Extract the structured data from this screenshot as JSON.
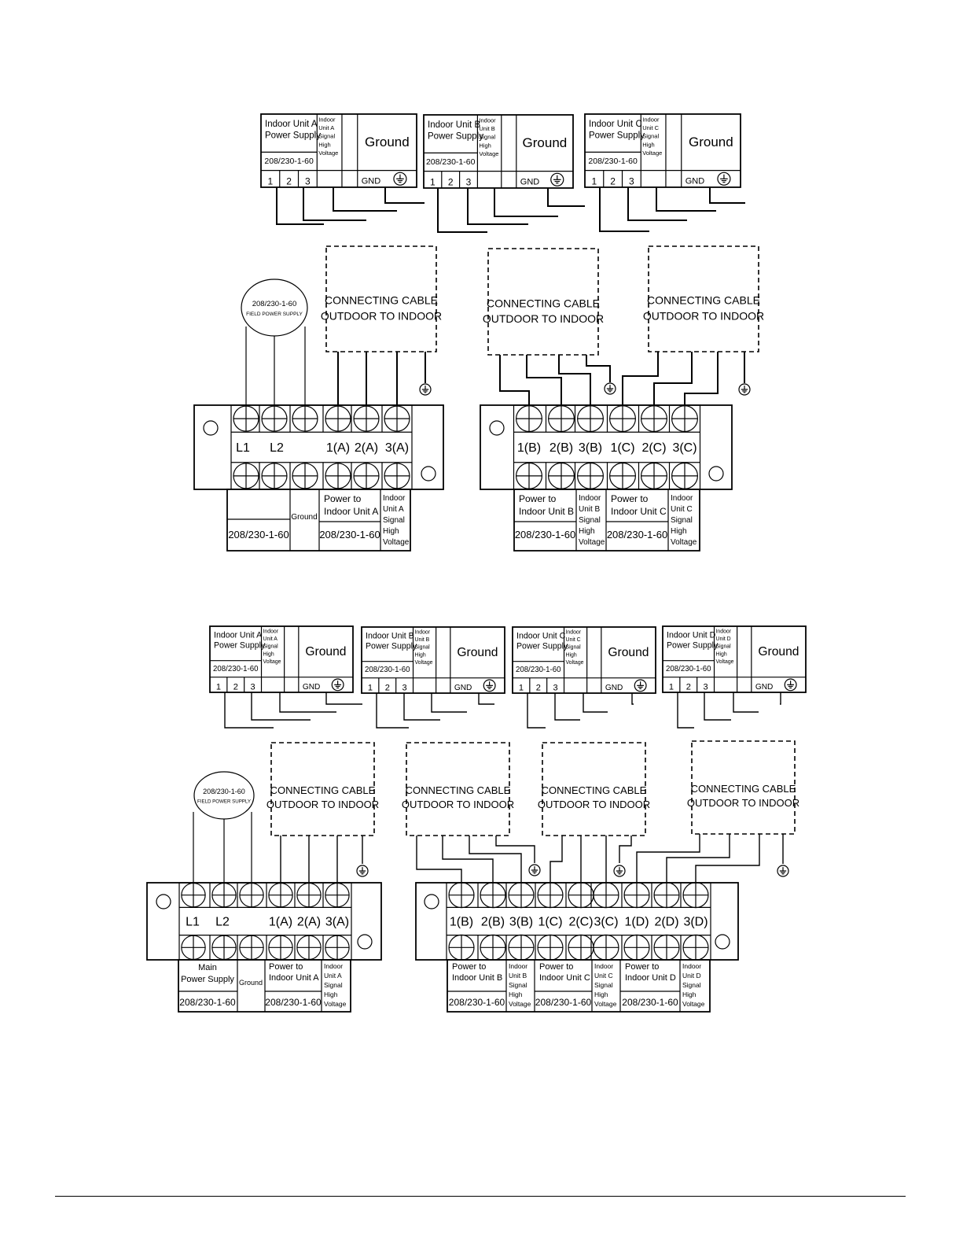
{
  "diagram1": {
    "units": [
      {
        "id": "A",
        "power_line1": "Indoor Unit A",
        "power_line2": "Power Supply",
        "signal": [
          "Indoor",
          "Unit A",
          "Signal",
          "High",
          "Voltage"
        ],
        "rating": "208/230-1-60",
        "ground": "Ground",
        "terminals": [
          "1",
          "2",
          "3"
        ],
        "gnd": "GND"
      },
      {
        "id": "B",
        "power_line1": "Indoor Unit B",
        "power_line2": "Power Supply",
        "signal": [
          "Indoor",
          "Unit B",
          "Signal",
          "High",
          "Voltage"
        ],
        "rating": "208/230-1-60",
        "ground": "Ground",
        "terminals": [
          "1",
          "2",
          "3"
        ],
        "gnd": "GND"
      },
      {
        "id": "C",
        "power_line1": "Indoor Unit C",
        "power_line2": "Power Supply",
        "signal": [
          "Indoor",
          "Unit C",
          "Signal",
          "High",
          "Voltage"
        ],
        "rating": "208/230-1-60",
        "ground": "Ground",
        "terminals": [
          "1",
          "2",
          "3"
        ],
        "gnd": "GND"
      }
    ],
    "cable_line1": "CONNECTING CABLE",
    "cable_line2": "OUTDOOR TO INDOOR",
    "field_supply_rating": "208/230-1-60",
    "field_supply_label": "FIELD POWER SUPPLY",
    "left_strip_labels": [
      "L1",
      "L2",
      "1(A)",
      "2(A)",
      "3(A)"
    ],
    "right_strip_labels": [
      "1(B)",
      "2(B)",
      "3(B)",
      "1(C)",
      "2(C)",
      "3(C)"
    ],
    "left_bottom": {
      "rating": "208/230-1-60",
      "ground": "Ground",
      "power_line1": "Power to",
      "power_line2": "Indoor Unit A",
      "power_rating": "208/230-1-60",
      "signal": [
        "Indoor",
        "Unit A",
        "Signal",
        "High",
        "Voltage"
      ]
    },
    "right_bottom": [
      {
        "power_line1": "Power to",
        "power_line2": "Indoor Unit B",
        "power_rating": "208/230-1-60",
        "signal": [
          "Indoor",
          "Unit B",
          "Signal",
          "High",
          "Voltage"
        ]
      },
      {
        "power_line1": "Power to",
        "power_line2": "Indoor Unit C",
        "power_rating": "208/230-1-60",
        "signal": [
          "Indoor",
          "Unit C",
          "Signal",
          "High",
          "Voltage"
        ]
      }
    ]
  },
  "diagram2": {
    "units": [
      {
        "id": "A",
        "power_line1": "Indoor Unit A",
        "power_line2": "Power Supply",
        "signal": [
          "Indoor",
          "Unit A",
          "Signal",
          "High",
          "Voltage"
        ],
        "rating": "208/230-1-60",
        "ground": "Ground",
        "terminals": [
          "1",
          "2",
          "3"
        ],
        "gnd": "GND"
      },
      {
        "id": "B",
        "power_line1": "Indoor Unit B",
        "power_line2": "Power Supply",
        "signal": [
          "Indoor",
          "Unit B",
          "Signal",
          "High",
          "Voltage"
        ],
        "rating": "208/230-1-60",
        "ground": "Ground",
        "terminals": [
          "1",
          "2",
          "3"
        ],
        "gnd": "GND"
      },
      {
        "id": "C",
        "power_line1": "Indoor Unit C",
        "power_line2": "Power Supply",
        "signal": [
          "Indoor",
          "Unit C",
          "Signal",
          "High",
          "Voltage"
        ],
        "rating": "208/230-1-60",
        "ground": "Ground",
        "terminals": [
          "1",
          "2",
          "3"
        ],
        "gnd": "GND"
      },
      {
        "id": "D",
        "power_line1": "Indoor Unit D",
        "power_line2": "Power Supply",
        "signal": [
          "Indoor",
          "Unit D",
          "Signal",
          "High",
          "Voltage"
        ],
        "rating": "208/230-1-60",
        "ground": "Ground",
        "terminals": [
          "1",
          "2",
          "3"
        ],
        "gnd": "GND"
      }
    ],
    "cable_line1": "CONNECTING CABLE",
    "cable_line2": "OUTDOOR TO INDOOR",
    "field_supply_rating": "208/230-1-60",
    "field_supply_label": "FIELD POWER SUPPLY",
    "left_strip_labels": [
      "L1",
      "L2",
      "1(A)",
      "2(A)",
      "3(A)"
    ],
    "right_strip_labels": [
      "1(B)",
      "2(B)",
      "3(B)",
      "1(C)",
      "2(C)",
      "3(C)",
      "1(D)",
      "2(D)",
      "3(D)"
    ],
    "left_bottom": {
      "main_line1": "Main",
      "main_line2": "Power Supply",
      "rating": "208/230-1-60",
      "ground": "Ground",
      "power_line1": "Power to",
      "power_line2": "Indoor Unit A",
      "power_rating": "208/230-1-60",
      "signal": [
        "Indoor",
        "Unit A",
        "Signal",
        "High",
        "Voltage"
      ]
    },
    "right_bottom": [
      {
        "power_line1": "Power to",
        "power_line2": "Indoor Unit B",
        "power_rating": "208/230-1-60",
        "signal": [
          "Indoor",
          "Unit B",
          "Signal",
          "High",
          "Voltage"
        ]
      },
      {
        "power_line1": "Power to",
        "power_line2": "Indoor Unit C",
        "power_rating": "208/230-1-60",
        "signal": [
          "Indoor",
          "Unit C",
          "Signal",
          "High",
          "Voltage"
        ]
      },
      {
        "power_line1": "Power to",
        "power_line2": "Indoor Unit D",
        "power_rating": "208/230-1-60",
        "signal": [
          "Indoor",
          "Unit D",
          "Signal",
          "High",
          "Voltage"
        ]
      }
    ]
  }
}
